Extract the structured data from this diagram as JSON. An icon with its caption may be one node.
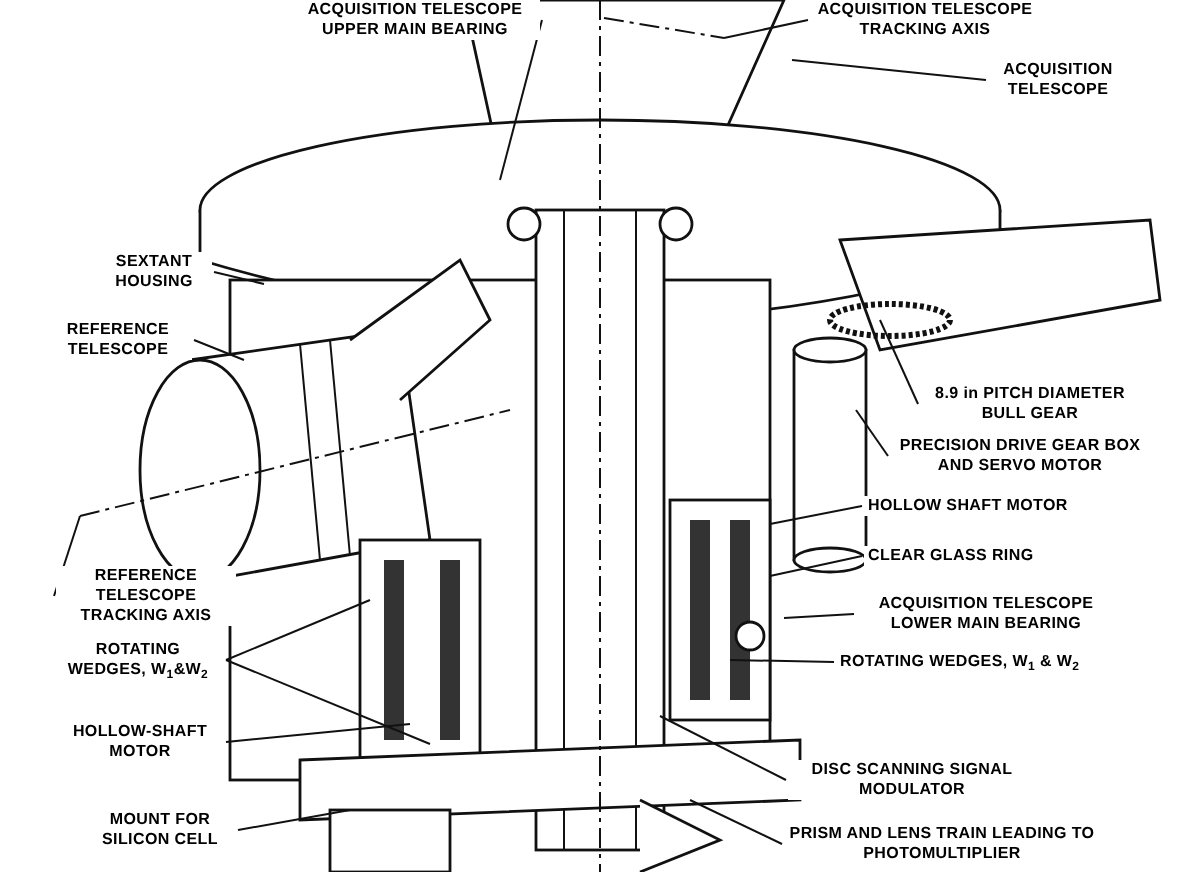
{
  "diagram": {
    "nodes": [
      {
        "text": [
          "ACQUISITION TELESCOPE UPPER MAIN BEARING"
        ]
      },
      {
        "text": [
          "ACQUISITION TELESCOPE TRACKING AXIS"
        ]
      },
      {
        "text": [
          "ACQUISITION TELESCOPE"
        ]
      },
      {
        "text": [
          "SEXTANT HOUSING"
        ]
      },
      {
        "text": [
          "REFERENCE TELESCOPE"
        ]
      },
      {
        "text": [
          "8.9 in PITCH DIAMETER BULL GEAR"
        ]
      },
      {
        "text": [
          "PRECISION DRIVE GEAR BOX AND SERVO MOTOR"
        ]
      },
      {
        "text": [
          "REFERENCE TELESCOPE TRACKING AXIS"
        ]
      },
      {
        "text": [
          "HOLLOW SHAFT MOTOR"
        ]
      },
      {
        "text": [
          "CLEAR GLASS RING"
        ]
      },
      {
        "text": [
          "ACQUISITION TELESCOPE LOWER MAIN BEARING"
        ]
      },
      {
        "text": [
          "ROTATING WEDGES, W$_{1}$ & W$_{2}$"
        ]
      },
      {
        "text": [
          "ROTATING WEDGES, W$_{1}$&W$_{2}$"
        ]
      },
      {
        "text": [
          "HOLLOW-SHAFT MOTOR"
        ]
      },
      {
        "text": [
          "MOUNT FOR SILICON CELL"
        ]
      },
      {
        "text": [
          "DISC SCANNING SIGNAL MODULATOR"
        ]
      },
      {
        "text": [
          "PRISM AND LENS TRAIN LEADING TO PHOTOMULTIPLIER"
        ]
      }
    ],
    "edges": [
      {
        "from": 0,
        "to": null,
        "arrow": "none"
      },
      {
        "from": 1,
        "to": null,
        "arrow": "none"
      },
      {
        "from": 2,
        "to": null,
        "arrow": "none"
      },
      {
        "from": 3,
        "to": null,
        "arrow": "none"
      },
      {
        "from": 4,
        "to": null,
        "arrow": "none"
      },
      {
        "from": 5,
        "to": null,
        "arrow": "none"
      },
      {
        "from": 6,
        "to": null,
        "arrow": "none"
      },
      {
        "from": 7,
        "to": null,
        "arrow": "none"
      },
      {
        "from": 8,
        "to": null,
        "arrow": "none"
      },
      {
        "from": 9,
        "to": null,
        "arrow": "none"
      },
      {
        "from": 10,
        "to": null,
        "arrow": "none"
      },
      {
        "from": 11,
        "to": null,
        "arrow": "none"
      },
      {
        "from": 12,
        "to": null,
        "arrow": "none"
      },
      {
        "from": 12,
        "to": null,
        "arrow": "none"
      },
      {
        "from": 13,
        "to": null,
        "arrow": "none"
      },
      {
        "from": 14,
        "to": null,
        "arrow": "none"
      },
      {
        "from": 15,
        "to": null,
        "arrow": "none"
      },
      {
        "from": 16,
        "to": null,
        "arrow": "none"
      }
    ]
  }
}
